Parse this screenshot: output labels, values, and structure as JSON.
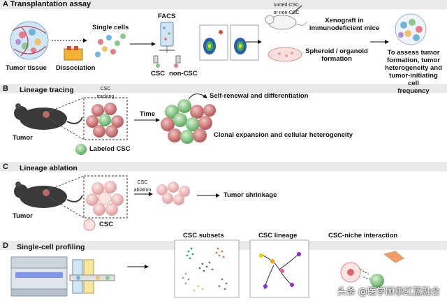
{
  "panels": {
    "a": {
      "title": "A  Transplantation assay",
      "tumor_tissue": "Tumor tissue",
      "dissociation": "Dissociation",
      "single_cells": "Single cells",
      "facs": "FACS",
      "csc": "CSC",
      "non_csc": "non-CSC",
      "sorted": "sorted CSC\nor non-CSC",
      "xenograft": "Xenograft in\nimmunodeficient mice",
      "spheroid": "Spheroid / organoid\nformation",
      "assess": "To assess tumor\nformation, tumor\nheterogeneity and\ntumor-initiating cell\nfrequency"
    },
    "b": {
      "title": "B",
      "heading": "Lineage tracing",
      "csc_tracking": "CSC\ntracking",
      "time": "Time",
      "self_renewal": "Self-renewal and differentiation",
      "clonal": "Clonal expansion and cellular heterogeneity",
      "tumor": "Tumor",
      "labeled_csc": "Labeled CSC"
    },
    "c": {
      "title": "C",
      "heading": "Lineage ablation",
      "csc_ablation": "CSC\nablation",
      "shrinkage": "Tumor shrinkage",
      "tumor": "Tumor",
      "csc": "CSC"
    },
    "d": {
      "title": "D",
      "heading": "Single-cell profiling",
      "csc_subsets": "CSC subsets",
      "csc_lineage": "CSC lineage",
      "niche": "CSC-niche interaction"
    }
  },
  "watermark": "头条 @医学顾事红蓝融合",
  "colors": {
    "band": "#e9e9e9",
    "csc_green": "#7cc47a",
    "tumor_red": "#c56b6b",
    "tumor_pink": "#f0b9b9"
  }
}
